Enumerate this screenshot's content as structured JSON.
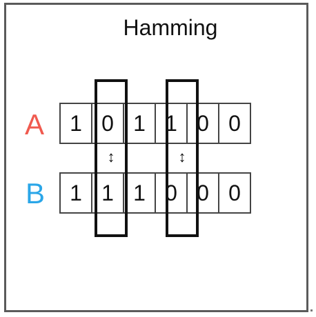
{
  "title": "Hamming",
  "rows": [
    {
      "label": "A",
      "color": "#f05a4f",
      "bits": [
        "1",
        "0",
        "1",
        "1",
        "0",
        "0"
      ]
    },
    {
      "label": "B",
      "color": "#2aa6e8",
      "bits": [
        "1",
        "1",
        "1",
        "0",
        "0",
        "0"
      ]
    }
  ],
  "differing_positions": [
    2,
    4
  ],
  "diff_arrow_icon": "up-down-arrow-icon"
}
